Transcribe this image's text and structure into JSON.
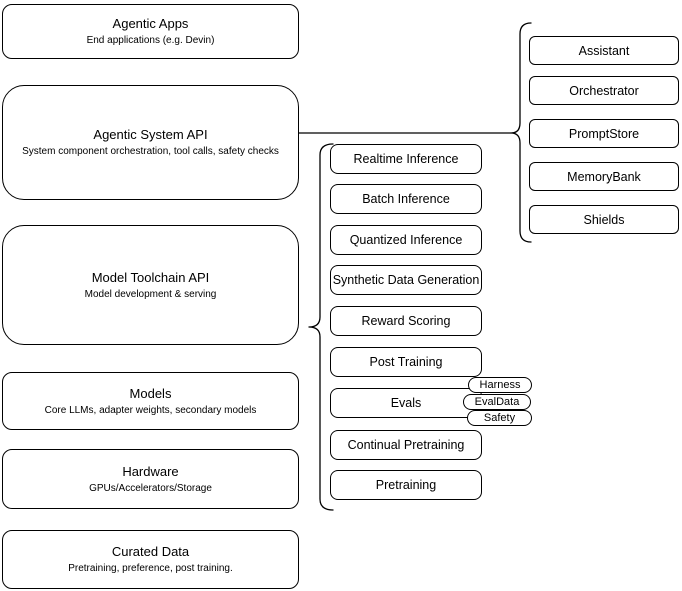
{
  "diagram": {
    "left_stack": [
      {
        "title": "Agentic Apps",
        "subtitle": "End applications (e.g. Devin)"
      },
      {
        "title": "Agentic System API",
        "subtitle": "System component orchestration, tool calls, safety checks"
      },
      {
        "title": "Model Toolchain API",
        "subtitle": "Model development & serving"
      },
      {
        "title": "Models",
        "subtitle": "Core LLMs, adapter weights, secondary models"
      },
      {
        "title": "Hardware",
        "subtitle": "GPUs/Accelerators/Storage"
      },
      {
        "title": "Curated Data",
        "subtitle": "Pretraining, preference, post training."
      }
    ],
    "toolchain_services": [
      "Realtime Inference",
      "Batch Inference",
      "Quantized Inference",
      "Synthetic Data Generation",
      "Reward Scoring",
      "Post Training",
      "Evals",
      "Continual Pretraining",
      "Pretraining"
    ],
    "evals_tags": [
      "Harness",
      "EvalData",
      "Safety"
    ],
    "system_components": [
      "Assistant",
      "Orchestrator",
      "PromptStore",
      "MemoryBank",
      "Shields"
    ],
    "colors": {
      "stroke": "#000000",
      "background": "#ffffff"
    }
  }
}
